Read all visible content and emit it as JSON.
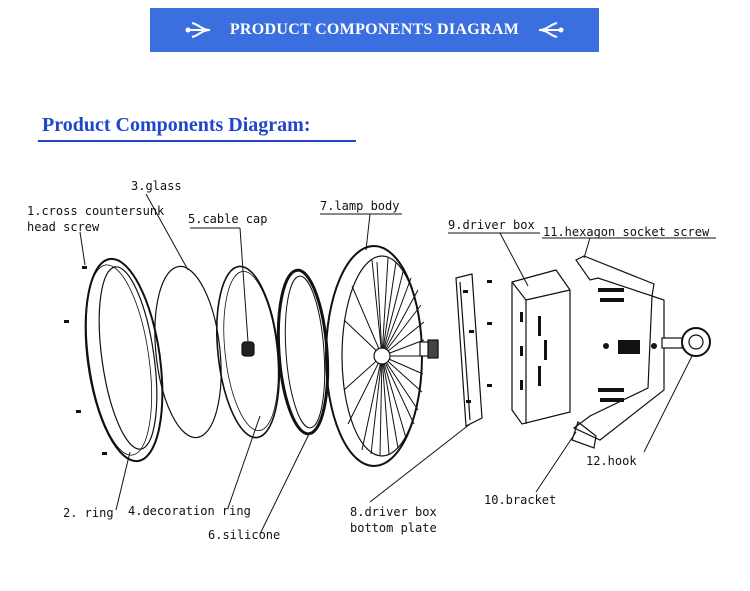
{
  "banner": {
    "title": "PRODUCT COMPONENTS DIAGRAM"
  },
  "subtitle": "Product Components Diagram:",
  "colors": {
    "banner": "#3b6fe0",
    "subtitle": "#1f47c9",
    "line": "#111111"
  },
  "parts": [
    {
      "id": "p1",
      "lines": [
        "1.cross countersunk",
        "head screw"
      ]
    },
    {
      "id": "p2",
      "lines": [
        "2. ring"
      ]
    },
    {
      "id": "p3",
      "lines": [
        "3.glass"
      ]
    },
    {
      "id": "p4",
      "lines": [
        "4.decoration ring"
      ]
    },
    {
      "id": "p5",
      "lines": [
        "5.cable cap"
      ]
    },
    {
      "id": "p6",
      "lines": [
        "6.silicone"
      ]
    },
    {
      "id": "p7",
      "lines": [
        "7.lamp body"
      ]
    },
    {
      "id": "p8",
      "lines": [
        "8.driver box",
        "bottom plate"
      ]
    },
    {
      "id": "p9",
      "lines": [
        "9.driver box"
      ]
    },
    {
      "id": "p10",
      "lines": [
        "10.bracket"
      ]
    },
    {
      "id": "p11",
      "lines": [
        "11.hexagon socket screw"
      ]
    },
    {
      "id": "p12",
      "lines": [
        "12.hook"
      ]
    }
  ]
}
